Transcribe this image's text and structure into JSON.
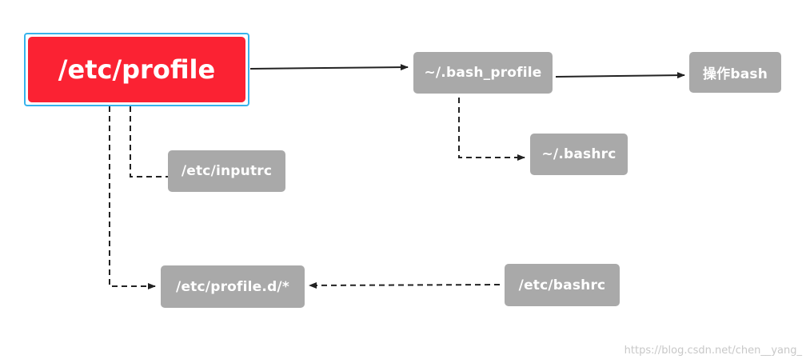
{
  "diagram": {
    "nodes": {
      "etc_profile": "/etc/profile",
      "bash_profile": "~/.bash_profile",
      "operate_bash": "操作bash",
      "home_bashrc": "~/.bashrc",
      "etc_inputrc": "/etc/inputrc",
      "etc_profile_d": "/etc/profile.d/*",
      "etc_bashrc": "/etc/bashrc"
    },
    "edges": [
      {
        "from": "/etc/profile",
        "to": "~/.bash_profile",
        "style": "solid"
      },
      {
        "from": "~/.bash_profile",
        "to": "操作bash",
        "style": "solid"
      },
      {
        "from": "~/.bash_profile",
        "to": "~/.bashrc",
        "style": "dashed"
      },
      {
        "from": "/etc/profile",
        "to": "/etc/inputrc",
        "style": "dashed"
      },
      {
        "from": "/etc/profile",
        "to": "/etc/profile.d/*",
        "style": "dashed"
      },
      {
        "from": "/etc/bashrc",
        "to": "/etc/profile.d/*",
        "style": "dashed"
      }
    ]
  },
  "colors": {
    "primary_node": "#fb2233",
    "secondary_node": "#a9a9a9",
    "selection_frame": "#36b3ec",
    "edge": "#222222"
  },
  "watermark": "https://blog.csdn.net/chen__yang_"
}
